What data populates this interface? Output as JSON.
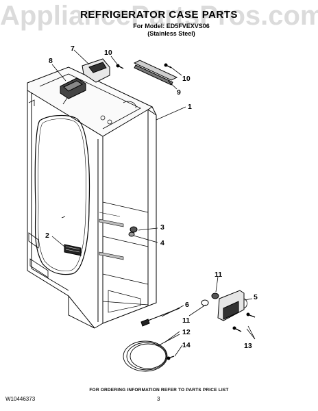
{
  "watermark": "AppliancePartsPros.com",
  "header": {
    "title": "REFRIGERATOR CASE PARTS",
    "model_line": "For Model: ED5FVEXVS06",
    "finish_line": "(Stainless Steel)"
  },
  "callouts": [
    "1",
    "2",
    "3",
    "4",
    "5",
    "6",
    "7",
    "8",
    "9",
    "10",
    "10",
    "11",
    "11",
    "12",
    "13",
    "14"
  ],
  "footer": {
    "ordering_note": "FOR ORDERING INFORMATION REFER TO PARTS PRICE LIST",
    "document_id": "W10446373",
    "page_number": "3"
  }
}
